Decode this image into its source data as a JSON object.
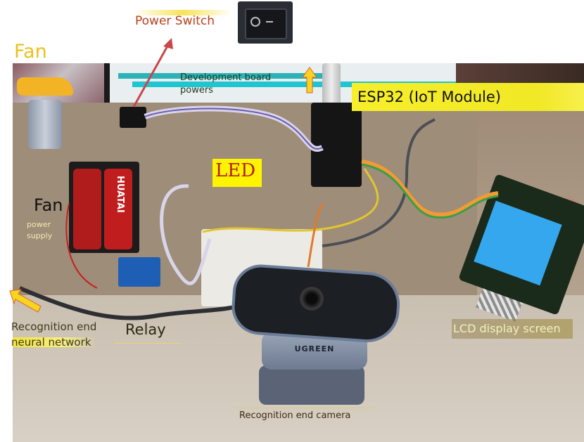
{
  "labels": {
    "power_switch": "Power Switch",
    "fan_top": "Fan",
    "development_board": "Development board powers",
    "esp32": "ESP32 (IoT Module)",
    "led": "LED",
    "fan_power_title": "Fan",
    "fan_power_sub": "power supply",
    "recognition_nn": "Recognition end neural network",
    "relay": "Relay",
    "lcd": "LCD display screen",
    "camera": "Recognition end camera"
  },
  "photo_text": {
    "battery_brand": "HUATAI",
    "camera_brand": "UGREEN"
  },
  "colors": {
    "power_switch_label": "#b8401a",
    "fan_label": "#e8c21e",
    "esp32_highlight": "#f7ef2a",
    "led_highlight": "#fff400",
    "led_text": "#b21e1e",
    "lcd_screen": "#35a7ee",
    "arrow_red": "#c9474a",
    "arrow_yellow": "#f7d51e"
  }
}
